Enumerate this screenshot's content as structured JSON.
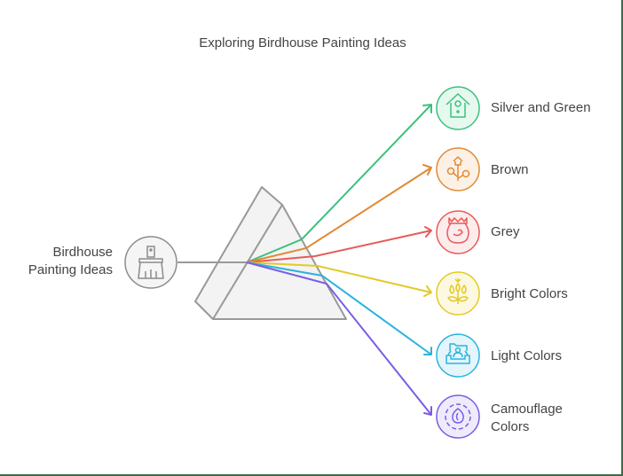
{
  "title": "Exploring Birdhouse Painting Ideas",
  "source": {
    "label_line1": "Birdhouse",
    "label_line2": "Painting Ideas",
    "icon": "paintbrush-icon",
    "color": "#8c8c8c"
  },
  "outputs": [
    {
      "label": "Silver and Green",
      "icon": "birdhouse-icon",
      "color": "#3ac17e",
      "fill": "#e6f9ef"
    },
    {
      "label": "Brown",
      "icon": "sprout-house-icon",
      "color": "#e08a35",
      "fill": "#fdf1e6"
    },
    {
      "label": "Grey",
      "icon": "bird-sack-icon",
      "color": "#e85a5a",
      "fill": "#fdecec"
    },
    {
      "label": "Bright Colors",
      "icon": "flower-plant-icon",
      "color": "#e3c928",
      "fill": "#fdf9e0"
    },
    {
      "label": "Light Colors",
      "icon": "user-folder-tray-icon",
      "color": "#2bb3de",
      "fill": "#e4f6fc"
    },
    {
      "label": "Camouflage",
      "label_line2": "Colors",
      "icon": "egg-pattern-icon",
      "color": "#7b5ce6",
      "fill": "#efebfd"
    }
  ]
}
